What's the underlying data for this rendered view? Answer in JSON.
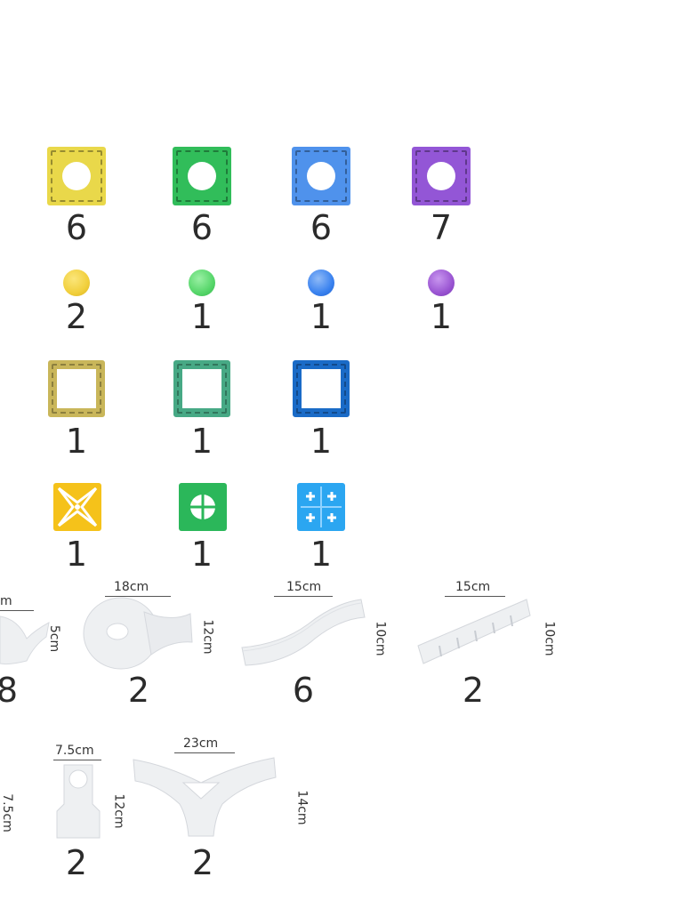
{
  "colors": {
    "yellow": "#e9d84a",
    "green": "#31bd5a",
    "blue": "#4f92ec",
    "purple": "#9356d6",
    "ball_yellow": "#f1cf3c",
    "ball_green": "#56d66a",
    "ball_blue": "#3a82ef",
    "ball_purple": "#9a55d2",
    "frame_yellow": "#c9b65a",
    "frame_green": "#47a985",
    "frame_blue": "#1a6bc7",
    "special_yellow": "#f5c21a",
    "special_green": "#2bb75a",
    "special_blue": "#2ba6f1"
  },
  "row_hole_tiles": {
    "icon": "square-tile-with-hole-icon",
    "counts": [
      "6",
      "6",
      "6",
      "7"
    ]
  },
  "row_balls": {
    "icon": "marble-ball-icon",
    "counts": [
      "2",
      "1",
      "1",
      "1"
    ]
  },
  "row_frames": {
    "icon": "square-frame-tile-icon",
    "counts": [
      "1",
      "1",
      "1"
    ]
  },
  "row_special": {
    "icons": [
      "x-pattern-tile-icon",
      "crosshair-tile-icon",
      "plus-grid-tile-icon"
    ],
    "counts": [
      "1",
      "1",
      "1"
    ]
  },
  "row_tracks": {
    "pieces": [
      {
        "name": "funnel-piece",
        "count": "8",
        "width_label": "m",
        "height_label": "5cm"
      },
      {
        "name": "spiral-piece",
        "count": "2",
        "width_label": "18cm",
        "height_label": "12cm"
      },
      {
        "name": "curved-slide-piece",
        "count": "6",
        "width_label": "15cm",
        "height_label": "10cm"
      },
      {
        "name": "ribbed-slide-piece",
        "count": "2",
        "width_label": "15cm",
        "height_label": "10cm"
      }
    ]
  },
  "row_supports": {
    "pieces": [
      {
        "name": "left-partial-piece",
        "count": "",
        "height_label": "7.5cm"
      },
      {
        "name": "support-post-piece",
        "count": "2",
        "width_label": "7.5cm",
        "height_label": "12cm"
      },
      {
        "name": "y-junction-piece",
        "count": "2",
        "width_label": "23cm",
        "height_label": "14cm"
      }
    ]
  }
}
